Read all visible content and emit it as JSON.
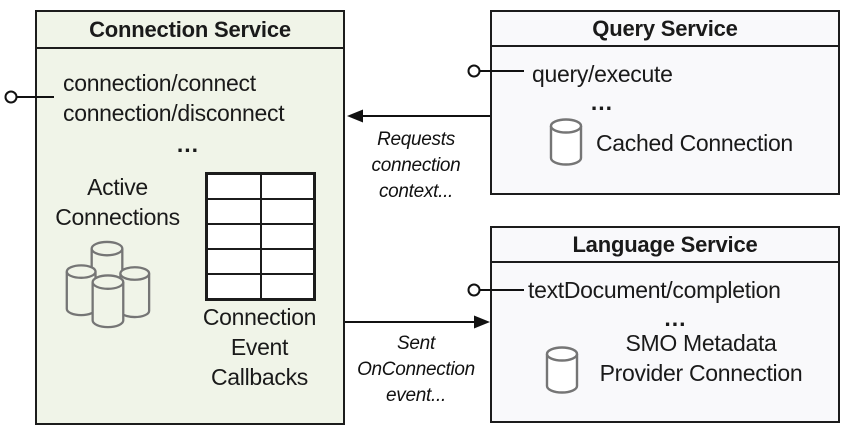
{
  "colors": {
    "connection_box_fill": "#f0f4e8",
    "service_box_fill": "#f9f9fb",
    "border": "#1c1c1c",
    "cylinder_stroke": "#757575",
    "text": "#1a1a1a"
  },
  "connection_service": {
    "title": "Connection Service",
    "methods": [
      "connection/connect",
      "connection/disconnect"
    ],
    "ellipsis": "...",
    "active_connections_label": "Active Connections",
    "callbacks_label": "Connection Event Callbacks",
    "callbacks_table": {
      "rows": 5,
      "columns": 2
    }
  },
  "query_service": {
    "title": "Query Service",
    "methods": [
      "query/execute"
    ],
    "ellipsis": "...",
    "resource_label": "Cached Connection"
  },
  "language_service": {
    "title": "Language Service",
    "methods": [
      "textDocument/completion"
    ],
    "ellipsis": "...",
    "resource_label": "SMO Metadata Provider Connection"
  },
  "connectors": {
    "requests_arrow_label": "Requests connection context...",
    "sent_arrow_label": "Sent OnConnection event..."
  }
}
